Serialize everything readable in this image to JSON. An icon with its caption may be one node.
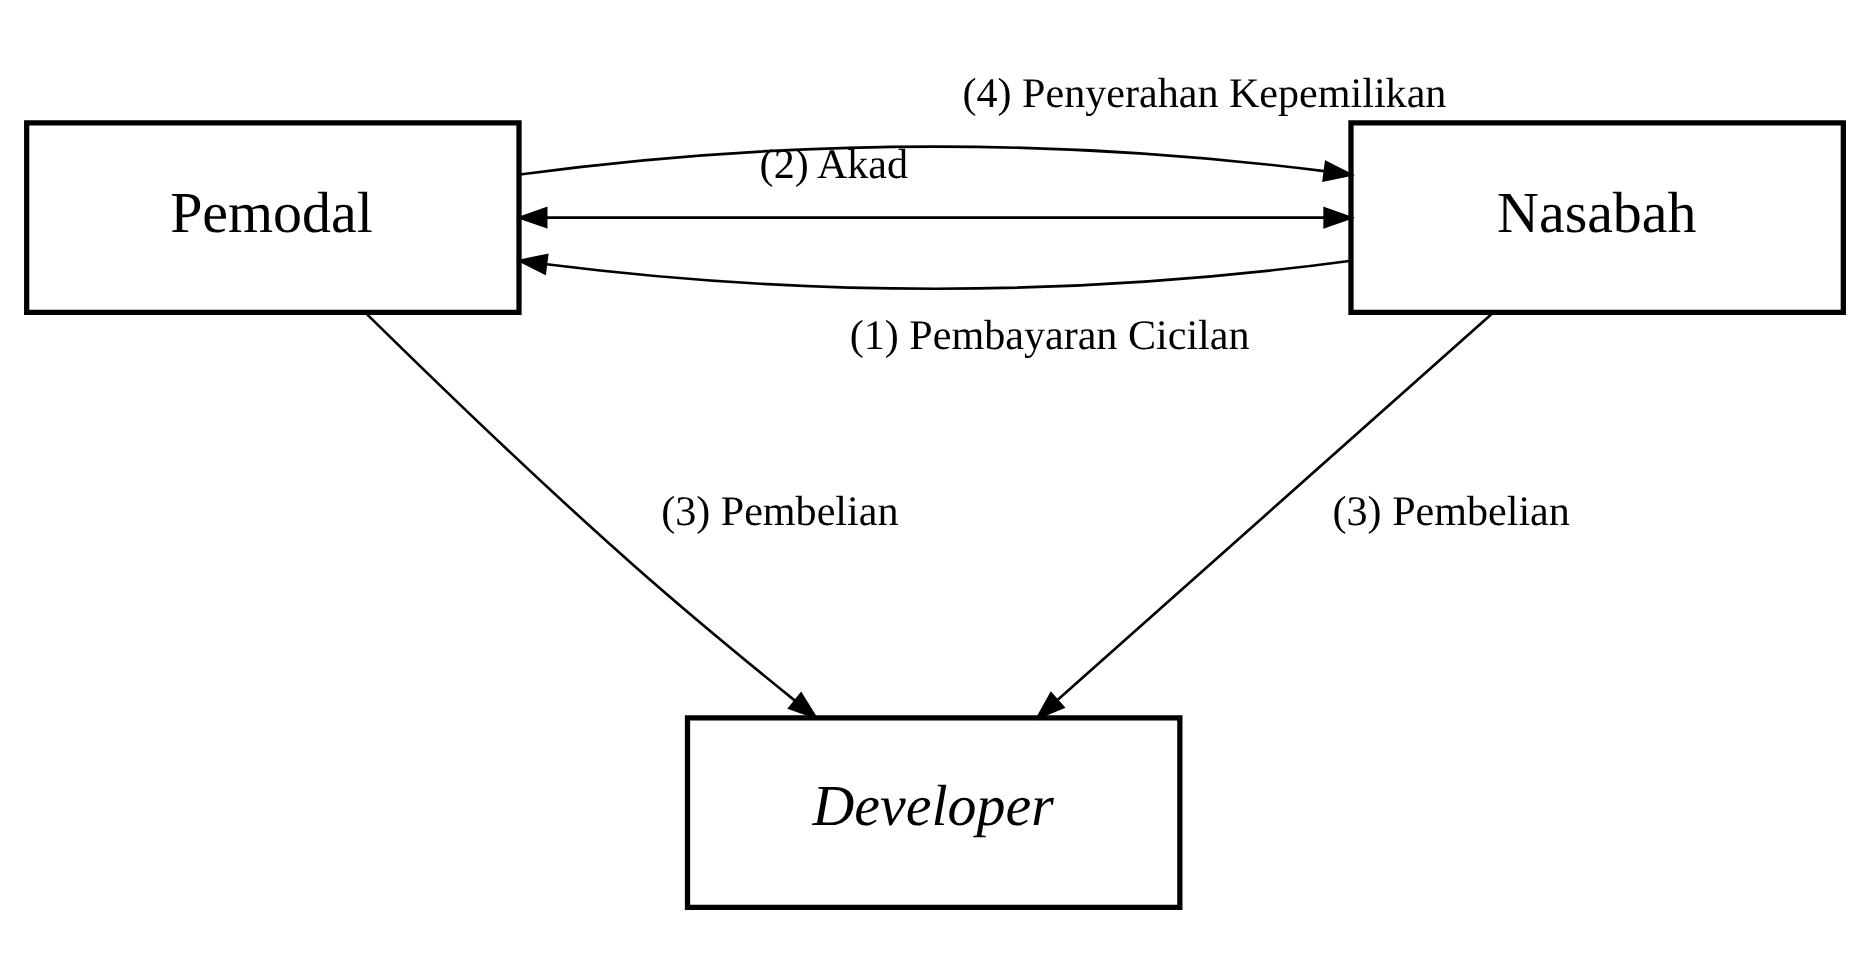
{
  "diagram": {
    "nodes": [
      {
        "text": [
          "Pemodal"
        ]
      },
      {
        "text": [
          "Nasabah"
        ]
      },
      {
        "text": [
          "Developer"
        ]
      }
    ],
    "edges": [
      {
        "from": 1,
        "to": 0,
        "arrow": "to",
        "label": "(1) Pembayaran Cicilan"
      },
      {
        "from": 0,
        "to": 1,
        "arrow": "both",
        "label": "(2) Akad"
      },
      {
        "from": 0,
        "to": 2,
        "arrow": "to",
        "label": "(3) Pembelian"
      },
      {
        "from": 1,
        "to": 2,
        "arrow": "to",
        "label": "(3) Pembelian"
      },
      {
        "from": 0,
        "to": 1,
        "arrow": "to",
        "label": "(4) Penyerahan Kepemilikan"
      }
    ]
  }
}
